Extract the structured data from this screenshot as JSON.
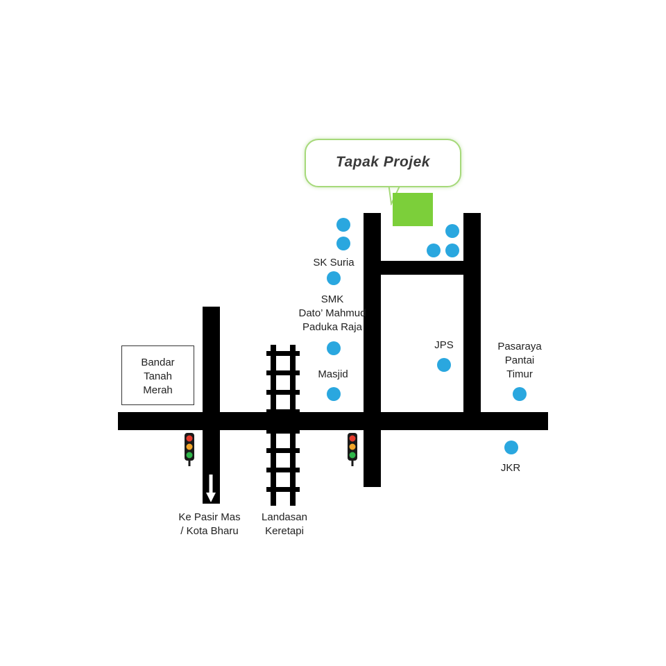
{
  "callout": {
    "title": "Tapak Projek"
  },
  "colors": {
    "road": "#000000",
    "landmark_dot": "#2aa7df",
    "site_fill": "#7ccf3a",
    "callout_border": "#a6d97a",
    "signal_red": "#e53b2d",
    "signal_amber": "#f2a62a",
    "signal_green": "#2fb64a"
  },
  "labels": {
    "sk_suria": "SK Suria",
    "smk": [
      "SMK",
      "Dato’ Mahmud",
      "Paduka Raja"
    ],
    "masjid": "Masjid",
    "jps": "JPS",
    "pasaraya": [
      "Pasaraya",
      "Pantai",
      "Timur"
    ],
    "jkr": "JKR",
    "bandar": [
      "Bandar",
      "Tanah",
      "Merah"
    ],
    "ke_pasir_mas": [
      "Ke Pasir Mas",
      "/ Kota Bharu"
    ],
    "landasan": [
      "Landasan",
      "Keretapi"
    ]
  },
  "icons": {
    "traffic_light": "traffic-light-icon",
    "direction_arrow": "arrow-down-icon",
    "railway": "railway-track-icon",
    "landmark": "location-dot-icon"
  }
}
